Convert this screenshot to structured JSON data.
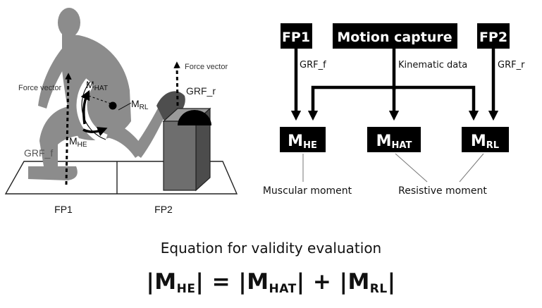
{
  "illustration": {
    "labels": {
      "force_vector_left": "Force vector",
      "force_vector_right": "Force vector",
      "grf_f": "GRF_f",
      "grf_r": "GRF_r",
      "m_hat_main": "M",
      "m_hat_sub": "HAT",
      "m_rl_main": "M",
      "m_rl_sub": "RL",
      "m_he_main": "M",
      "m_he_sub": "HE",
      "fp1": "FP1",
      "fp2": "FP2"
    }
  },
  "flow": {
    "sources": {
      "fp1": "FP1",
      "motion_capture": "Motion capture",
      "fp2": "FP2"
    },
    "edge_labels": {
      "grf_f": "GRF_f",
      "kinematic": "Kinematic data",
      "grf_r": "GRF_r"
    },
    "targets": {
      "m_he_main": "M",
      "m_he_sub": "HE",
      "m_hat_main": "M",
      "m_hat_sub": "HAT",
      "m_rl_main": "M",
      "m_rl_sub": "RL"
    },
    "annotations": {
      "muscular": "Muscular moment",
      "resistive": "Resistive moment"
    }
  },
  "equation": {
    "title": "Equation for validity evaluation",
    "m1": "M",
    "s1": "HE",
    "eq_sign": " = ",
    "m2": "M",
    "s2": "HAT",
    "plus": " + ",
    "m3": "M",
    "s3": "RL",
    "bar": "|"
  }
}
